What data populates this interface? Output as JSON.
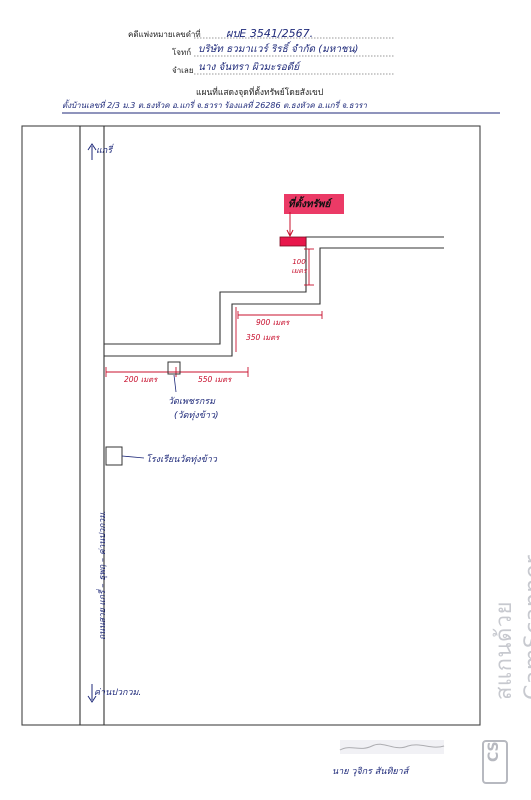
{
  "header": {
    "ref_label": "คดีแพ่งหมายเลขดำที่",
    "ref_value": "ผบE 3541/2567.",
    "plaintiff_label": "โจทก์",
    "plaintiff_value": "บริษัท ธวมาเเวร์ ริรธิ์ จำกัด (มหาชน)",
    "defendant_label": "จำเลย",
    "defendant_value": "นาง จันทรา ผิวมะรอดีย์",
    "map_title": "แผนที่แสดงจุดที่ตั้งทรัพย์โดยสังเขป",
    "address": "ตั้งบ้านเลขที่ 2/3 ม.3 ต.ธงหัวค อ.แกรี่ จ.ธวรา ร้องแลที่ 26286 ต.ธงหัวค อ.แกรี่ จ.ธวรา"
  },
  "map": {
    "north_label": "แกรี่",
    "south_label": "ค่านปวกวม.",
    "road_label": "ถนนสาย แกรี่ – ธุพฤ – ค่านปวกวม.",
    "property_label": "ที่ตั้งทรัพย์",
    "dist_100": "100 เมตร",
    "dist_900": "900 เมตร",
    "dist_350": "350 เมตร",
    "dist_200": "200 เมตร",
    "dist_550": "550 เมตร",
    "temple_label": "วัดเพชรกรม",
    "temple_sub": "(วัดทุ่งข้าว)",
    "school_label": "โรงเรียนวัดทุ่งข้าว"
  },
  "footer": {
    "signature_name": "นาย วุจิกร สันทิยาส์"
  },
  "watermark": {
    "text": "สแกนด้วย CamScanner",
    "logo": "CS"
  },
  "colors": {
    "ink": "#1f2a7a",
    "pencil": "#333333",
    "dimension_red": "#c8102e",
    "property_fill": "#e8174b"
  }
}
